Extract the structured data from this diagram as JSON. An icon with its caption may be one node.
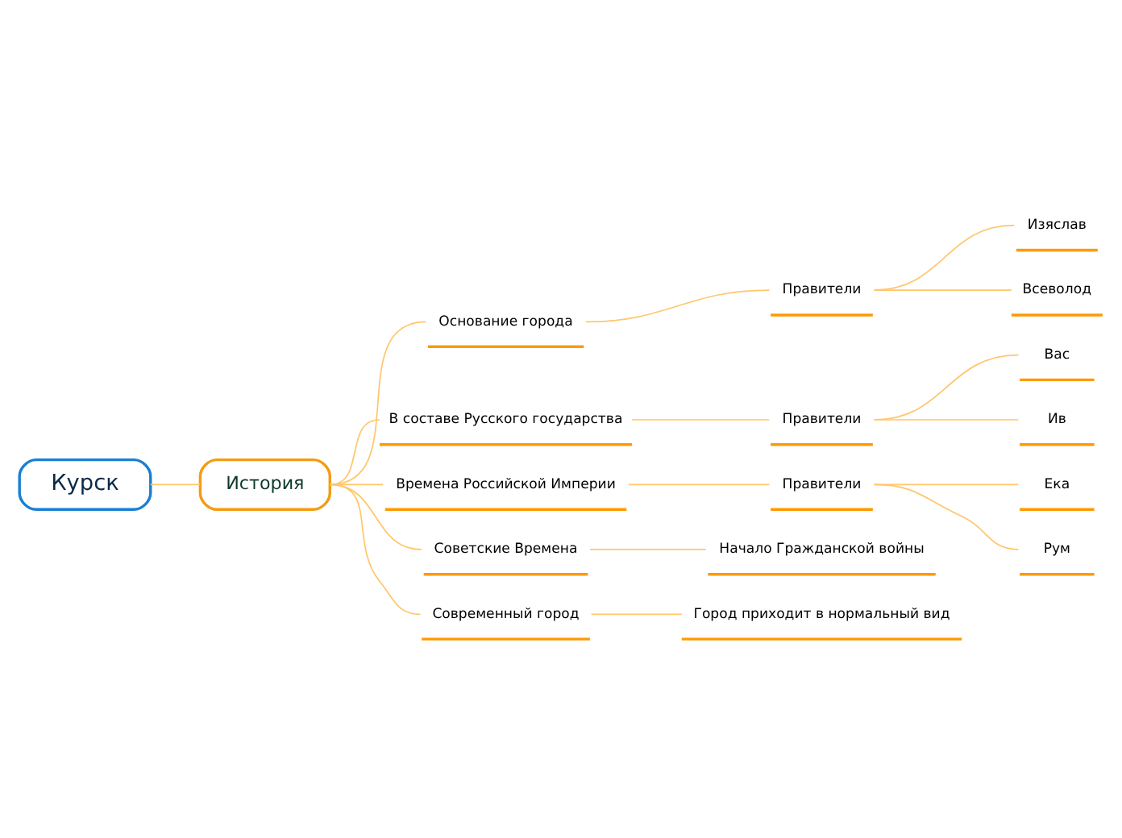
{
  "diagram": {
    "nodes": [
      {
        "text": [
          "Курск"
        ]
      },
      {
        "text": [
          "История"
        ]
      },
      {
        "text": [
          "Основание города"
        ]
      },
      {
        "text": [
          "В составе Русского государства"
        ]
      },
      {
        "text": [
          "Времена Российской Империи"
        ]
      },
      {
        "text": [
          "Советские Времена"
        ]
      },
      {
        "text": [
          "Современный город"
        ]
      },
      {
        "text": [
          "Правители"
        ]
      },
      {
        "text": [
          "Правители"
        ]
      },
      {
        "text": [
          "Правители"
        ]
      },
      {
        "text": [
          "Начало Гражданской войны"
        ]
      },
      {
        "text": [
          "Город приходит в нормальный вид"
        ]
      },
      {
        "text": [
          "Изяслав"
        ]
      },
      {
        "text": [
          "Всеволод"
        ]
      },
      {
        "text": [
          "Вас"
        ]
      },
      {
        "text": [
          "Ив"
        ]
      },
      {
        "text": [
          "Ека"
        ]
      },
      {
        "text": [
          "Рум"
        ]
      }
    ],
    "edges": [
      {
        "from": 0,
        "to": 1,
        "arrow": "none"
      },
      {
        "from": 1,
        "to": 2,
        "arrow": "none"
      },
      {
        "from": 1,
        "to": 3,
        "arrow": "none"
      },
      {
        "from": 1,
        "to": 4,
        "arrow": "none"
      },
      {
        "from": 1,
        "to": 5,
        "arrow": "none"
      },
      {
        "from": 1,
        "to": 6,
        "arrow": "none"
      },
      {
        "from": 2,
        "to": 7,
        "arrow": "none"
      },
      {
        "from": 3,
        "to": 8,
        "arrow": "none"
      },
      {
        "from": 4,
        "to": 9,
        "arrow": "none"
      },
      {
        "from": 5,
        "to": 10,
        "arrow": "none"
      },
      {
        "from": 6,
        "to": 11,
        "arrow": "none"
      },
      {
        "from": 7,
        "to": 12,
        "arrow": "none"
      },
      {
        "from": 7,
        "to": 13,
        "arrow": "none"
      },
      {
        "from": 8,
        "to": 14,
        "arrow": "none"
      },
      {
        "from": 8,
        "to": 15,
        "arrow": "none"
      },
      {
        "from": 9,
        "to": 16,
        "arrow": "none"
      },
      {
        "from": 9,
        "to": 17,
        "arrow": "none"
      }
    ]
  }
}
